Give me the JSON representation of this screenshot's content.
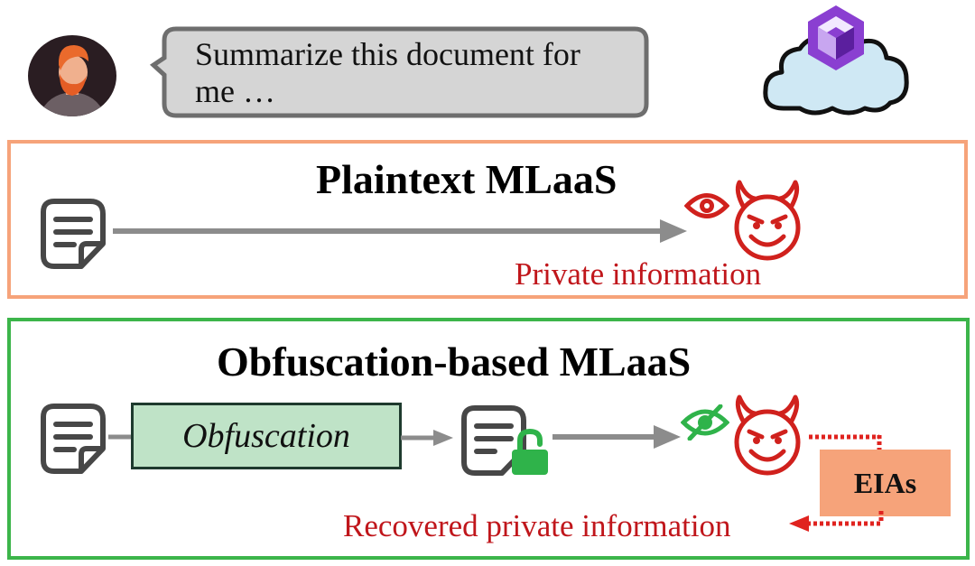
{
  "user": {
    "prompt_line1": "Summarize this document for",
    "prompt_line2": "me …"
  },
  "cloud": {
    "icon": "gcp-cube-cloud-icon"
  },
  "plaintext": {
    "title": "Plaintext MLaaS",
    "caption": "Private information"
  },
  "obfuscated": {
    "title": "Obfuscation-based MLaaS",
    "process_label": "Obfuscation",
    "attack_label": "EIAs",
    "caption": "Recovered private information"
  },
  "colors": {
    "plaintext_frame": "#f6a37a",
    "obfuscated_frame": "#3cb54a",
    "threat_red": "#d0211d",
    "secure_green": "#2fb34a",
    "arrow_gray": "#8c8c8c"
  }
}
